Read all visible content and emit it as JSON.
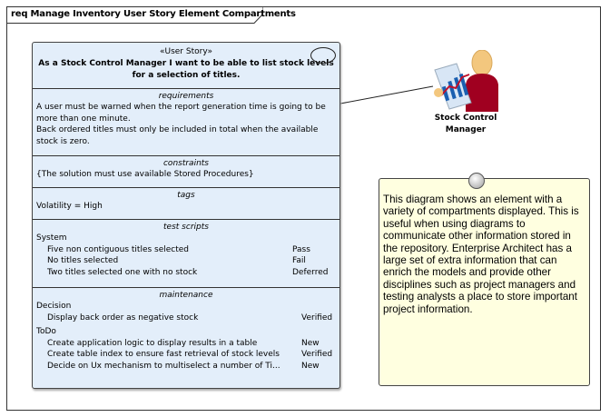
{
  "frame": {
    "title": "req Manage Inventory User Story Element Compartments"
  },
  "element": {
    "stereotype": "«User Story»",
    "title_line1": "As a Stock Control Manager I want to be able to list stock levels",
    "title_line2": "for a selection of titles.",
    "requirements": {
      "caption": "requirements",
      "lines": [
        "A user must be warned when the report generation time is going to be",
        "more than one minute.",
        "Back ordered titles must only be included in total when the available",
        "stock is zero."
      ]
    },
    "constraints": {
      "caption": "constraints",
      "lines": [
        "{The solution must use available Stored Procedures}"
      ]
    },
    "tags": {
      "caption": "tags",
      "lines": [
        "Volatility = High"
      ]
    },
    "test_scripts": {
      "caption": "test scripts",
      "group": "System",
      "items": [
        {
          "name": "Five non contiguous titles selected",
          "status": "Pass"
        },
        {
          "name": "No titles selected",
          "status": "Fail"
        },
        {
          "name": "Two titles selected one with no stock",
          "status": "Deferred"
        }
      ]
    },
    "maintenance": {
      "caption": "maintenance",
      "groups": [
        {
          "name": "Decision",
          "items": [
            {
              "name": "Display back order as negative stock",
              "status": "Verified"
            }
          ]
        },
        {
          "name": "ToDo",
          "items": [
            {
              "name": "Create application logic to display results in a table",
              "status": "New"
            },
            {
              "name": "Create table index to ensure fast retrieval of stock levels",
              "status": "Verified"
            },
            {
              "name": "Decide on Ux mechanism to multiselect a number of Ti...",
              "status": "New"
            }
          ]
        }
      ]
    }
  },
  "actor": {
    "label_line1": "Stock Control",
    "label_line2": "Manager",
    "icon": "business-actor-chart-icon"
  },
  "note": {
    "text": "This diagram shows an element with a variety of compartments displayed. This is useful when using diagrams to communicate other information stored in the repository. Enterprise Architect has a large set of extra information that can enrich the models and provide other disciplines such as project managers and testing analysts a place to store important project information."
  },
  "colors": {
    "element_fill": "#e3eefa",
    "note_fill": "#ffffe0",
    "actor_body": "#a00020"
  }
}
